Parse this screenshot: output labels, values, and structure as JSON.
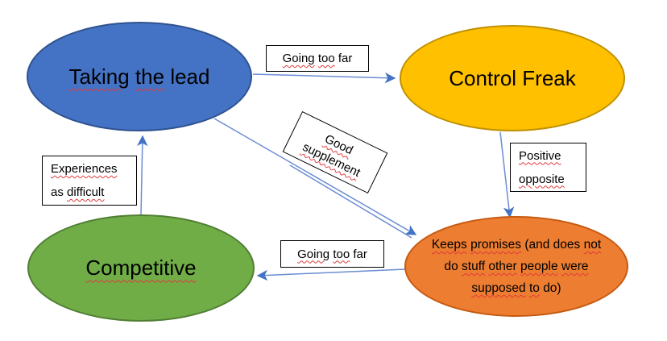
{
  "diagram": {
    "background": "#FFFFFF",
    "arrow_line_color": "#6B8DD3",
    "arrow_head_color": "#4472C4",
    "spellcheck_color": "#E03A3A",
    "nodes": [
      {
        "id": "taking-the-lead",
        "fill": "#4472C4",
        "border": "#2F528F",
        "lines": [
          [
            {
              "t": "Taking",
              "sq": true
            },
            {
              "t": "the",
              "sq": true
            },
            {
              "t": "lead",
              "sq": false
            }
          ]
        ]
      },
      {
        "id": "control-freak",
        "fill": "#FFC000",
        "border": "#BF9000",
        "lines": [
          [
            {
              "t": "Control",
              "sq": false
            },
            {
              "t": "Freak",
              "sq": false
            }
          ]
        ]
      },
      {
        "id": "competitive",
        "fill": "#70AD47",
        "border": "#507E32",
        "lines": [
          [
            {
              "t": "Competitive",
              "sq": true
            }
          ]
        ]
      },
      {
        "id": "keeps-promises",
        "fill": "#ED7D31",
        "border": "#C55A11",
        "lines": [
          [
            {
              "t": "Keeps",
              "sq": true
            },
            {
              "t": "promises",
              "sq": true
            },
            {
              "t": "(and",
              "sq": false
            },
            {
              "t": "does",
              "sq": false
            },
            {
              "t": "not",
              "sq": true
            }
          ],
          [
            {
              "t": "do",
              "sq": false
            },
            {
              "t": "stuff",
              "sq": true
            },
            {
              "t": "other",
              "sq": true
            },
            {
              "t": "people",
              "sq": true
            },
            {
              "t": "were",
              "sq": true
            }
          ],
          [
            {
              "t": "supposed",
              "sq": true
            },
            {
              "t": "to",
              "sq": true
            },
            {
              "t": "do)",
              "sq": false
            }
          ]
        ]
      }
    ],
    "edge_labels": [
      {
        "id": "going-too-far-top",
        "lines": [
          [
            {
              "t": "Going",
              "sq": true
            },
            {
              "t": "too",
              "sq": true
            },
            {
              "t": "far",
              "sq": false
            }
          ]
        ]
      },
      {
        "id": "good-supplement",
        "lines": [
          [
            {
              "t": "Good",
              "sq": true
            }
          ],
          [
            {
              "t": "supplement",
              "sq": true
            }
          ]
        ]
      },
      {
        "id": "experiences-as-difficult",
        "lines": [
          [
            {
              "t": "Experiences",
              "sq": true
            }
          ],
          [
            {
              "t": "as",
              "sq": false
            },
            {
              "t": "difficult",
              "sq": true
            }
          ]
        ]
      },
      {
        "id": "positive-opposite",
        "lines": [
          [
            {
              "t": "Positive",
              "sq": true
            }
          ],
          [
            {
              "t": "opposite",
              "sq": true
            }
          ]
        ]
      },
      {
        "id": "going-too-far-bottom",
        "lines": [
          [
            {
              "t": "Going",
              "sq": true
            },
            {
              "t": "too",
              "sq": true
            },
            {
              "t": "far",
              "sq": false
            }
          ]
        ]
      }
    ]
  }
}
